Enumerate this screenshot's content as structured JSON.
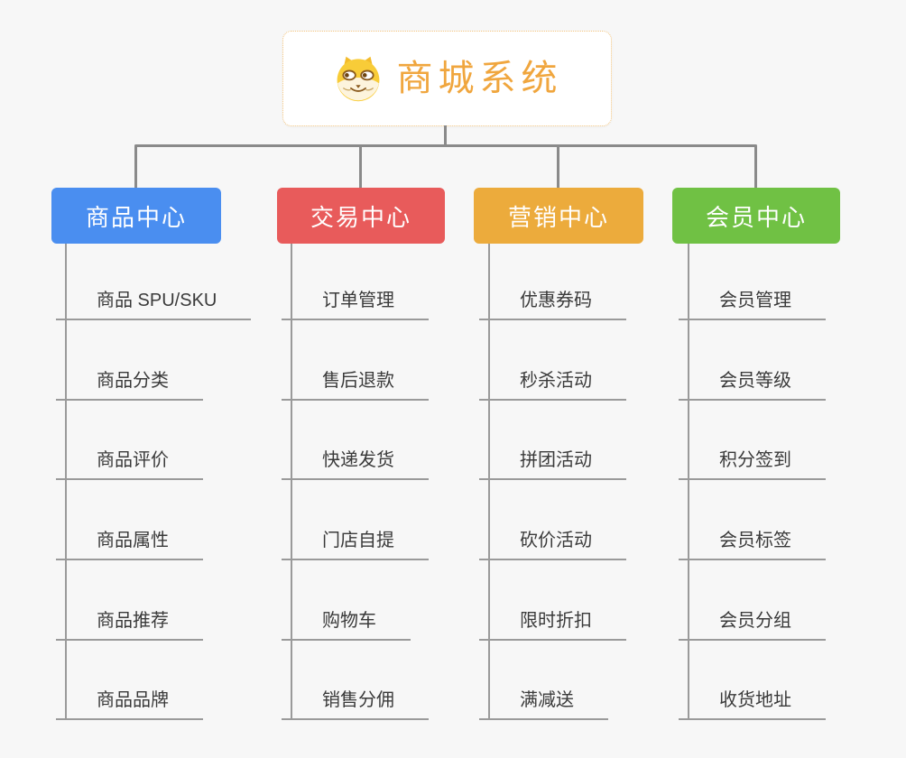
{
  "root": {
    "title": "商城系统",
    "icon": "dog-face-icon"
  },
  "branches": [
    {
      "label": "商品中心",
      "color": "#4a8ef0",
      "children": [
        "商品 SPU/SKU",
        "商品分类",
        "商品评价",
        "商品属性",
        "商品推荐",
        "商品品牌"
      ]
    },
    {
      "label": "交易中心",
      "color": "#e85b5b",
      "children": [
        "订单管理",
        "售后退款",
        "快递发货",
        "门店自提",
        "购物车",
        "销售分佣"
      ]
    },
    {
      "label": "营销中心",
      "color": "#ecab3c",
      "children": [
        "优惠券码",
        "秒杀活动",
        "拼团活动",
        "砍价活动",
        "限时折扣",
        "满减送"
      ]
    },
    {
      "label": "会员中心",
      "color": "#70c144",
      "children": [
        "会员管理",
        "会员等级",
        "积分签到",
        "会员标签",
        "会员分组",
        "收货地址"
      ]
    }
  ],
  "colors": {
    "background": "#f7f7f7",
    "connector": "#8a8a8a",
    "leaf_line": "#9a9a9a",
    "leaf_text": "#3a3a3a",
    "root_text": "#f0a63e",
    "root_border": "#f2c47e"
  }
}
